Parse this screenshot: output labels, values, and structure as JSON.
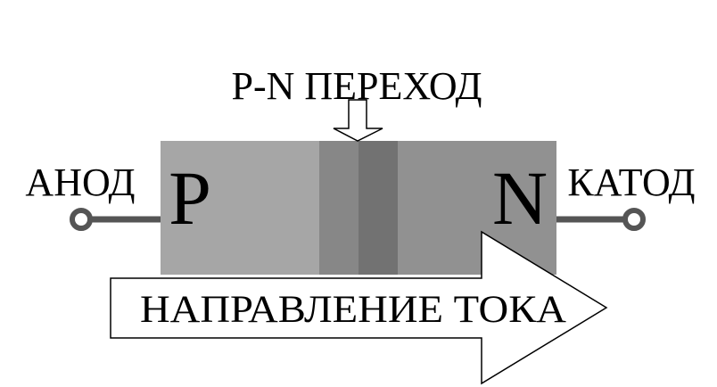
{
  "labels": {
    "junction": "P-N ПЕРЕХОД",
    "anode": "АНОД",
    "cathode": "КАТОД",
    "p_region": "P",
    "n_region": "N",
    "current_direction": "НАПРАВЛЕНИЕ ТОКА"
  },
  "colors": {
    "p_region": "#a6a6a6",
    "depletion_p_side": "#878787",
    "depletion_n_side": "#727272",
    "n_region": "#919191",
    "terminal": "#555555",
    "arrow_fill": "#ffffff",
    "outline": "#000000"
  }
}
